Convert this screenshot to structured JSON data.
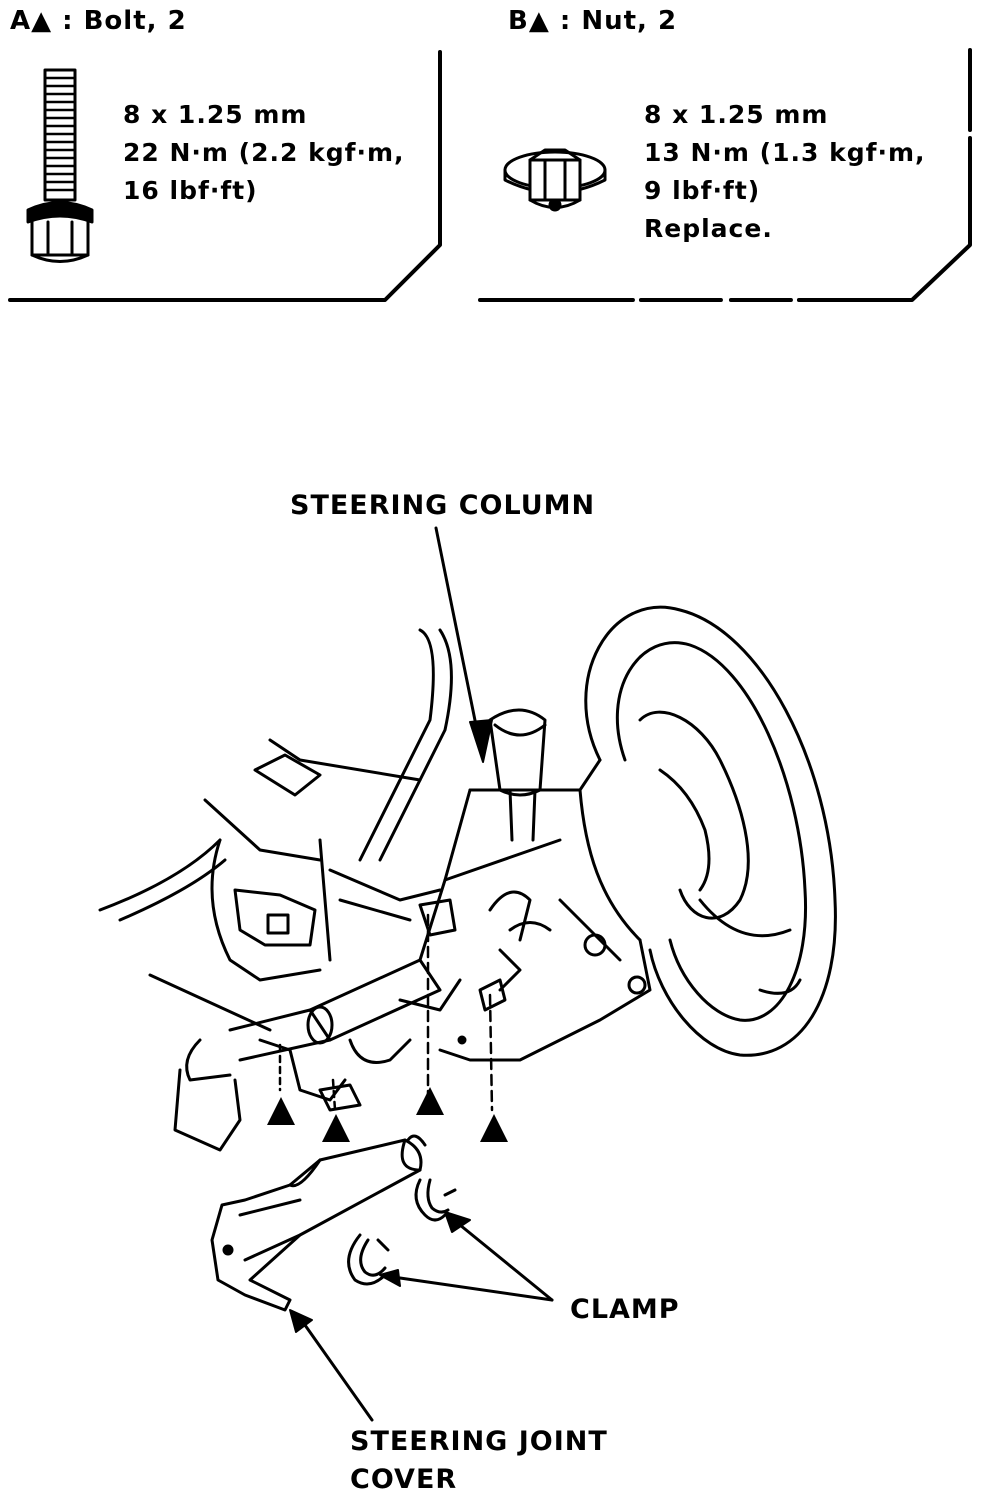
{
  "box_a": {
    "header": "A▲ : Bolt, 2",
    "lines": [
      "8 x 1.25 mm",
      "22 N·m (2.2 kgf·m,",
      "16 lbf·ft)"
    ]
  },
  "box_b": {
    "header": "B▲ : Nut, 2",
    "lines": [
      "8 x 1.25 mm",
      "13 N·m (1.3 kgf·m,",
      "9 lbf·ft)",
      "Replace."
    ]
  },
  "callouts": {
    "steering_column": "STEERING COLUMN",
    "clamp": "CLAMP",
    "steering_joint_cover_1": "STEERING JOINT",
    "steering_joint_cover_2": "COVER"
  }
}
